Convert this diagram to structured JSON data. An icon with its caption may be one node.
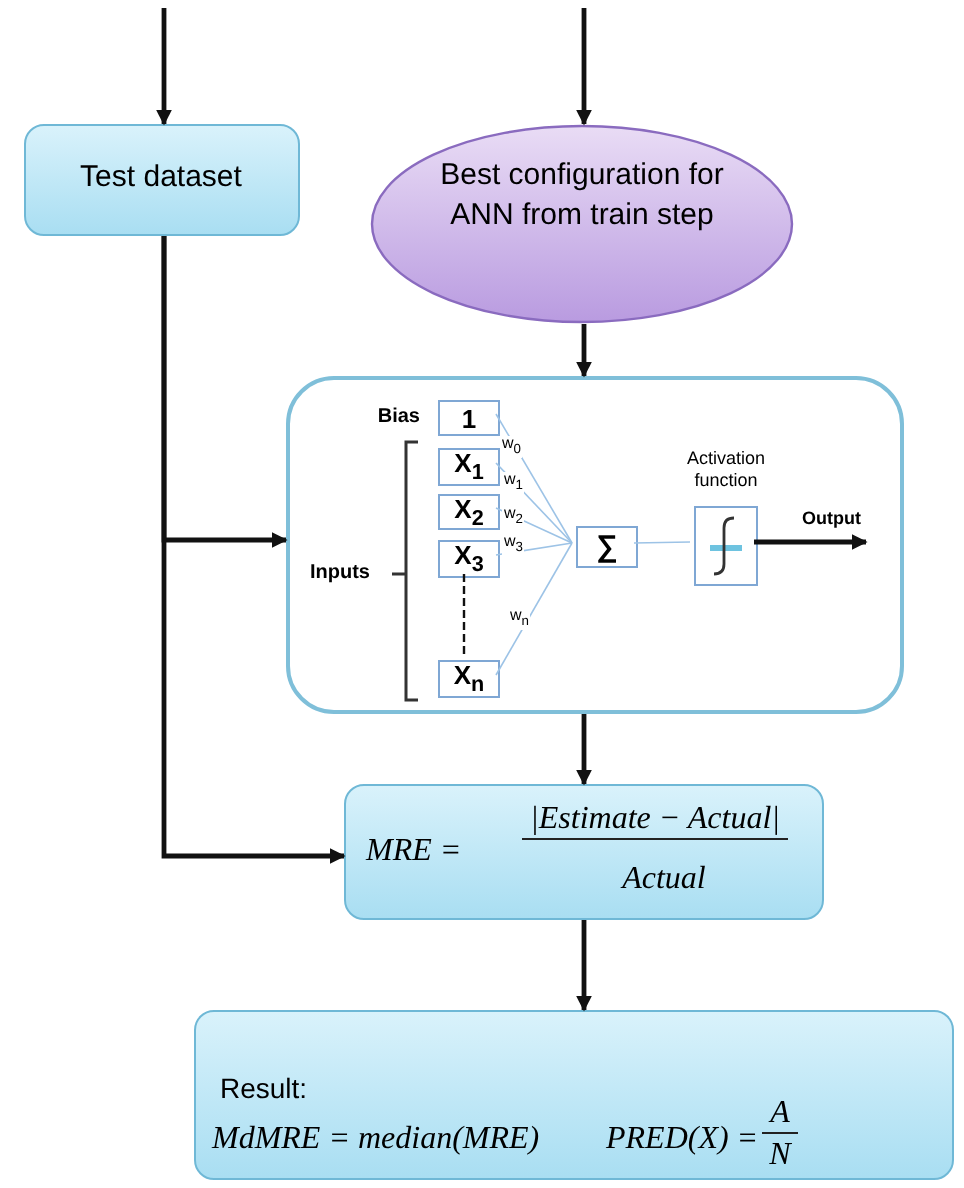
{
  "diagram": {
    "nodes": [
      {
        "text": [
          "Test dataset"
        ]
      },
      {
        "text": [
          "Best configuration for ANN from train step"
        ]
      },
      {
        "text": [],
        "shape": "box"
      },
      {
        "text": [
          "1"
        ],
        "in": 2,
        "beside": [
          "Bias"
        ]
      },
      {
        "text": [
          "X$_{1}$"
        ],
        "in": 2
      },
      {
        "text": [
          "X$_{2}$"
        ],
        "in": 2
      },
      {
        "text": [
          "X$_{3}$"
        ],
        "in": 2
      },
      {
        "text": [
          "X$_{n}$"
        ],
        "in": 2
      },
      {
        "text": [
          "∑"
        ],
        "in": 2
      },
      {
        "text": [
          "Activation function"
        ],
        "in": 2
      },
      {
        "text": [
          "MRE =",
          "|Estimate − Actual|",
          "Actual"
        ]
      },
      {
        "text": [
          "Result:",
          "MdMRE = median(MRE)",
          "PRED(X) =",
          "A",
          "N"
        ]
      }
    ],
    "edges": [
      {
        "from": null,
        "to": 0,
        "arrow": "to"
      },
      {
        "from": null,
        "to": 1,
        "arrow": "to"
      },
      {
        "from": 1,
        "to": 2,
        "arrow": "to"
      },
      {
        "from": 0,
        "to": 2,
        "arrow": "to"
      },
      {
        "from": 0,
        "to": 10,
        "arrow": "to"
      },
      {
        "from": 2,
        "to": 10,
        "arrow": "to"
      },
      {
        "from": 10,
        "to": 11,
        "arrow": "to"
      },
      {
        "from": 3,
        "to": 8,
        "arrow": "none",
        "label": "w$_{0}$",
        "color": "#9dc3e6"
      },
      {
        "from": 4,
        "to": 8,
        "arrow": "none",
        "label": "w$_{1}$",
        "color": "#9dc3e6"
      },
      {
        "from": 5,
        "to": 8,
        "arrow": "none",
        "label": "w$_{2}$",
        "color": "#9dc3e6"
      },
      {
        "from": 6,
        "to": 8,
        "arrow": "none",
        "label": "w$_{3}$",
        "color": "#9dc3e6"
      },
      {
        "from": 7,
        "to": 8,
        "arrow": "none",
        "label": "w$_{n}$",
        "color": "#9dc3e6"
      },
      {
        "from": 8,
        "to": 9,
        "arrow": "none",
        "color": "#9dc3e6"
      },
      {
        "from": 9,
        "to": null,
        "arrow": "to",
        "label": "Output"
      },
      {
        "from": 6,
        "to": 7,
        "arrow": "none",
        "style": "dashed"
      }
    ],
    "labels": [
      "Inputs"
    ]
  }
}
